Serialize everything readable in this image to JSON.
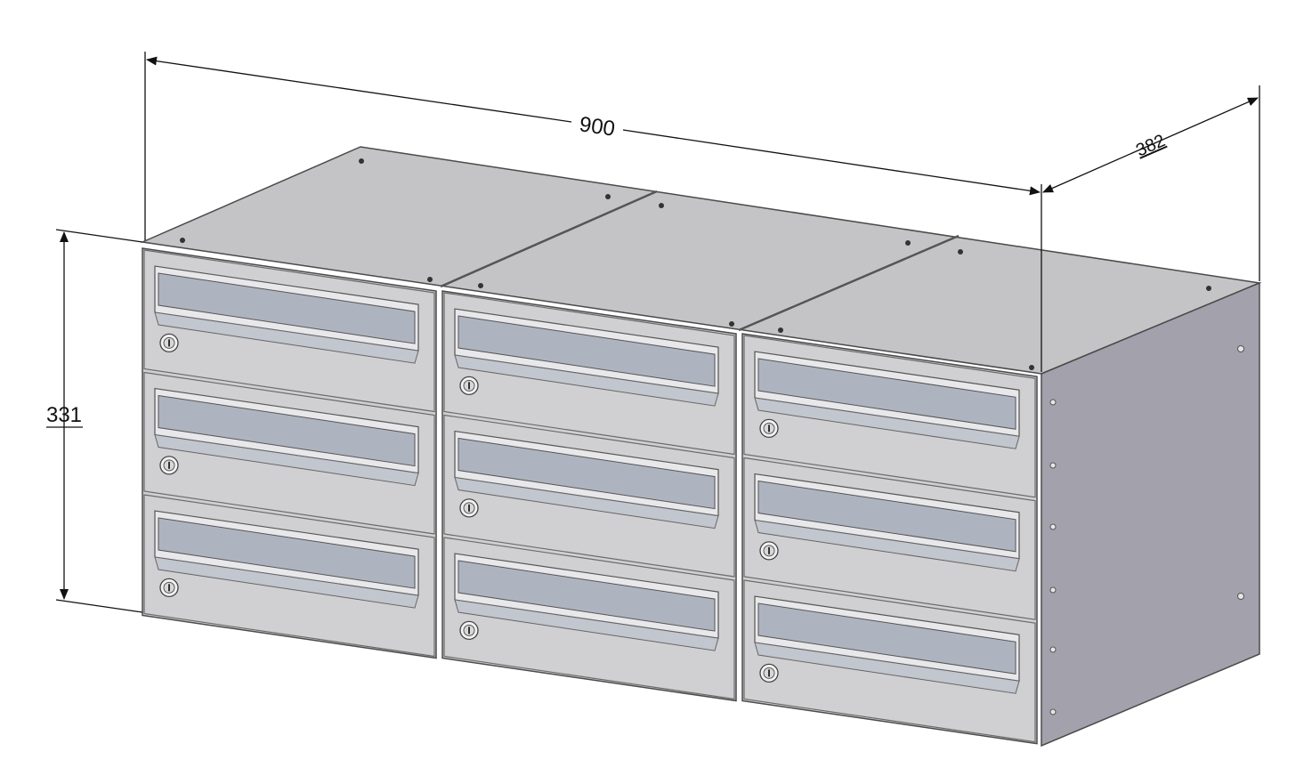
{
  "dimensions": {
    "width_label": "900",
    "depth_label": "382",
    "height_label": "331"
  },
  "layout": {
    "columns": 3,
    "rows": 3
  },
  "colors": {
    "front_panel": "#d0d0d2",
    "top_panel": "#c3c3c5",
    "side_panel": "#a2a1ac",
    "slot": "#aeb4bf",
    "outline": "#4a4a4a",
    "dimension_line": "#111111"
  }
}
